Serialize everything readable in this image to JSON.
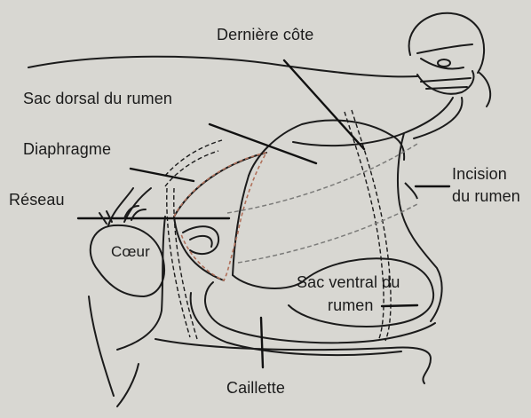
{
  "labels": {
    "derniere_cote": "Dernière côte",
    "sac_dorsal": "Sac dorsal du rumen",
    "diaphragme": "Diaphragme",
    "reseau": "Réseau",
    "coeur": "Cœur",
    "incision_line1": "Incision",
    "incision_line2": "du rumen",
    "sac_ventral_line1": "Sac ventral du",
    "sac_ventral_line2": "rumen",
    "caillette": "Caillette"
  },
  "colors": {
    "background": "#d8d7d2",
    "ink": "#1b1b1b",
    "fold_accent": "#b0705a"
  }
}
